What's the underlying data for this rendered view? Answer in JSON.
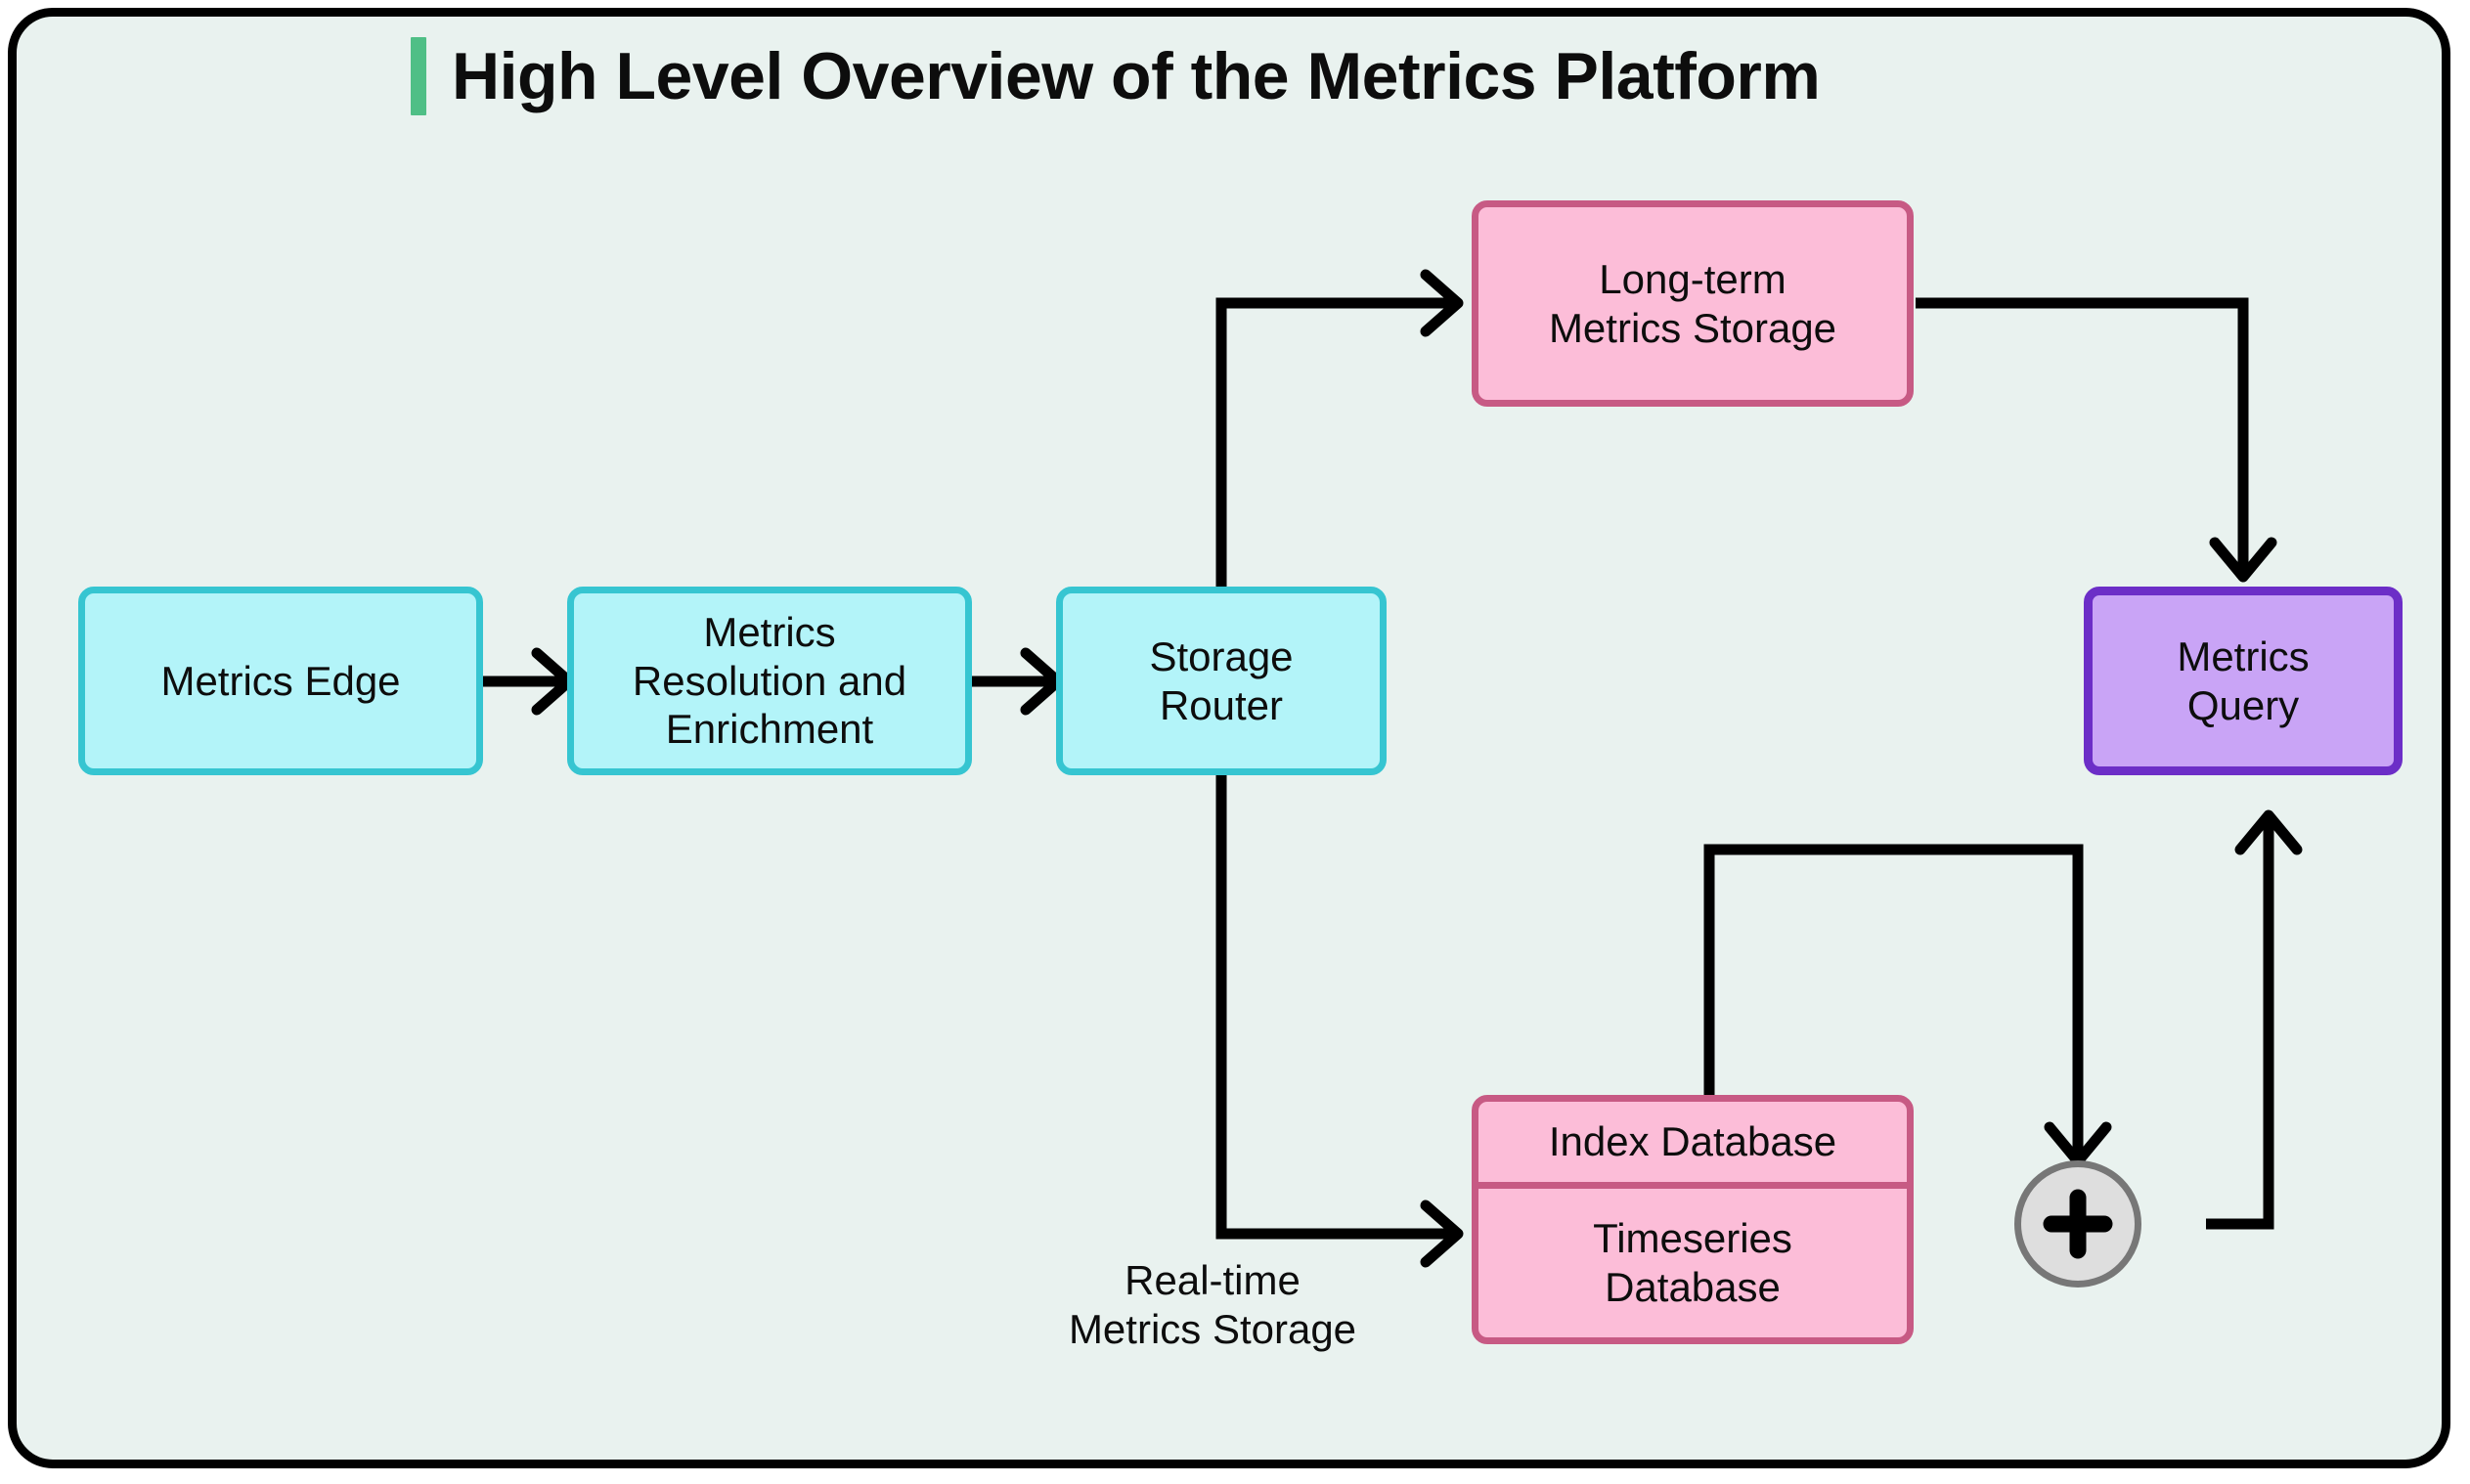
{
  "header": {
    "title": "High Level Overview of the Metrics Platform",
    "accent_color": "#4fbf86"
  },
  "theme": {
    "background": "#e9f2ef",
    "frame_border": "#000000",
    "cyan_fill": "#b3f4f9",
    "cyan_border": "#36c5d1",
    "pink_fill": "#fcbdd8",
    "pink_border": "#c75a84",
    "purple_fill": "#c9a4f6",
    "purple_border": "#6c2ec7",
    "merge_fill": "#dedede",
    "merge_border": "#777777",
    "edge_color": "#000000"
  },
  "nodes": {
    "metrics_edge": {
      "label": "Metrics Edge"
    },
    "metrics_resolution": {
      "line1": "Metrics",
      "line2": "Resolution and",
      "line3": "Enrichment"
    },
    "storage_router": {
      "line1": "Storage",
      "line2": "Router"
    },
    "long_term_storage": {
      "line1": "Long-term",
      "line2": "Metrics Storage"
    },
    "metrics_query": {
      "line1": "Metrics",
      "line2": "Query"
    },
    "index_database": {
      "label": "Index Database"
    },
    "timeseries_database": {
      "line1": "Timeseries",
      "line2": "Database"
    },
    "merge": {
      "symbol": "plus-icon"
    }
  },
  "labels": {
    "realtime_storage": {
      "line1": "Real-time",
      "line2": "Metrics Storage"
    }
  }
}
